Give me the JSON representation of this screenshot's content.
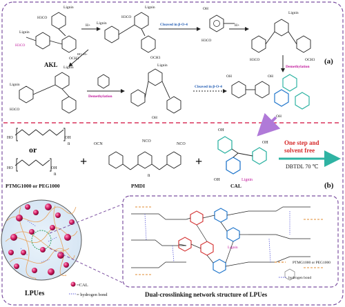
{
  "panel_a": {
    "label": "(a)",
    "akl_label": "AKL",
    "lignin": "Lignin",
    "h3co": "H3CO",
    "och3": "OCH3",
    "h3co_pink": "H3CO",
    "h_plus": "H+",
    "h_plus_2": "H+",
    "cleaved_1": "Cleaved in β-O-4",
    "cleaved_2": "Cleaved in β-O-4",
    "demethylation_1": "Demethylation",
    "demethylation_2": "Demethylation",
    "oh": "OH",
    "ho": "HO",
    "conditions": "HO−H+"
  },
  "panel_b": {
    "label": "(b)",
    "or_text": "or",
    "n_sub": "n",
    "polyol_label": "PTMG1000 or PEG1000",
    "plus": "+",
    "pmdi_label": "PMDI",
    "cal_label": "CAL",
    "lignin": "Lignin",
    "ocn": "OCN",
    "nco": "NCO",
    "condition_line1": "One step and",
    "condition_line2": "solvent free",
    "catalyst": "DBTDL 70 ℃",
    "lpues_label": "LPUes",
    "legend_cal": "=CAL",
    "legend_hbond": "= hydrogen bond",
    "network_title": "Dual-crosslinking network structure of LPUes",
    "net_legend_hbond": "hydrogen bond",
    "net_legend_poly": "PTMG1000 or PEG1000",
    "net_lignin": "Lignin"
  },
  "colors": {
    "dashed_border": "#7b4fa0",
    "divider": "#d9325a",
    "pink_arrow": "#b07ad8",
    "teal_arrow": "#2fb3a3",
    "blue_ring": "#2277cc",
    "red_ring": "#d63a3a",
    "sphere": "#c2185b"
  }
}
